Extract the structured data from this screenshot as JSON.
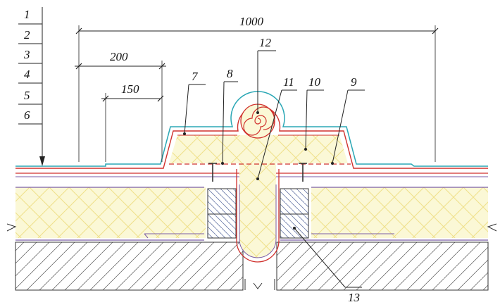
{
  "layer_numbers": [
    "1",
    "2",
    "3",
    "4",
    "5",
    "6"
  ],
  "dimensions": {
    "overall": "1000",
    "mid": "200",
    "inner": "150"
  },
  "callouts": {
    "c7": "7",
    "c8": "8",
    "c9": "9",
    "c10": "10",
    "c11": "11",
    "c12": "12",
    "c13": "13"
  },
  "colors": {
    "membrane_red": "#d0312d",
    "membrane_cyan": "#2aa7b5",
    "insulation_fill": "#fbf8d6",
    "insulation_hatch": "#f1e38a",
    "purple_line": "#7b5ea7",
    "ink": "#222222",
    "gray": "#8a8a8a"
  }
}
